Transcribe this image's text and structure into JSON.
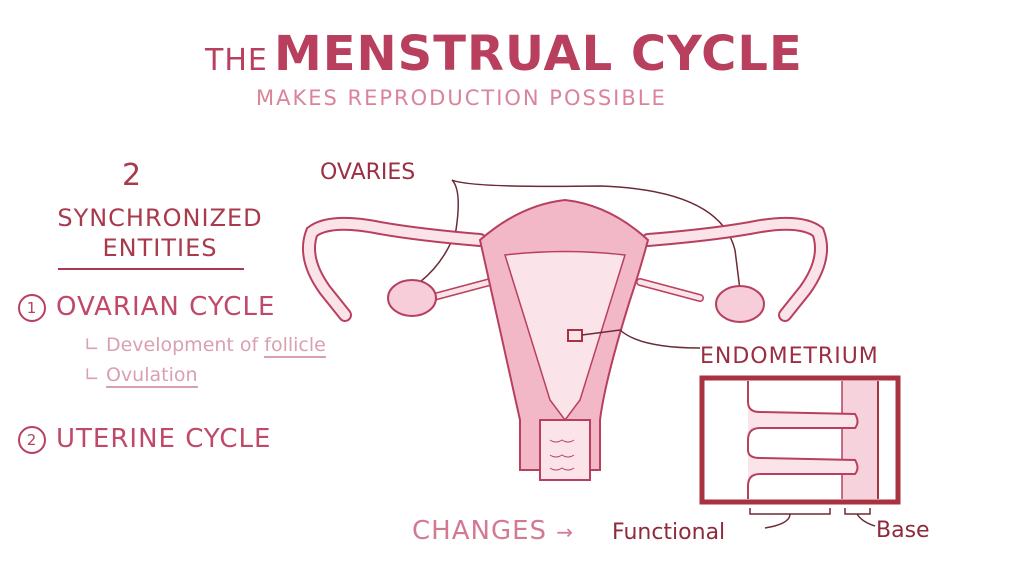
{
  "header": {
    "title_prefix": "THE",
    "title_main": "MENSTRUAL CYCLE",
    "subtitle": "MAKES REPRODUCTION POSSIBLE"
  },
  "left_panel": {
    "count": "2",
    "heading": "SYNCHRONIZED ENTITIES",
    "items": [
      {
        "number": "1",
        "label": "OVARIAN CYCLE",
        "subitems": [
          {
            "prefix": "Development of ",
            "underlined": "follicle"
          },
          {
            "prefix": "",
            "underlined": "Ovulation"
          }
        ]
      },
      {
        "number": "2",
        "label": "UTERINE CYCLE",
        "subitems": []
      }
    ]
  },
  "diagram": {
    "labels": {
      "ovaries": "OVARIES",
      "endometrium": "ENDOMETRIUM"
    },
    "colors": {
      "outline": "#b8405e",
      "fill_light": "#fbe3ea",
      "fill_mid": "#f2b8c8",
      "inset_border": "#a83240"
    }
  },
  "bottom": {
    "changes": "CHANGES",
    "arrow": "→",
    "functional": "Functional",
    "base": "Base"
  }
}
